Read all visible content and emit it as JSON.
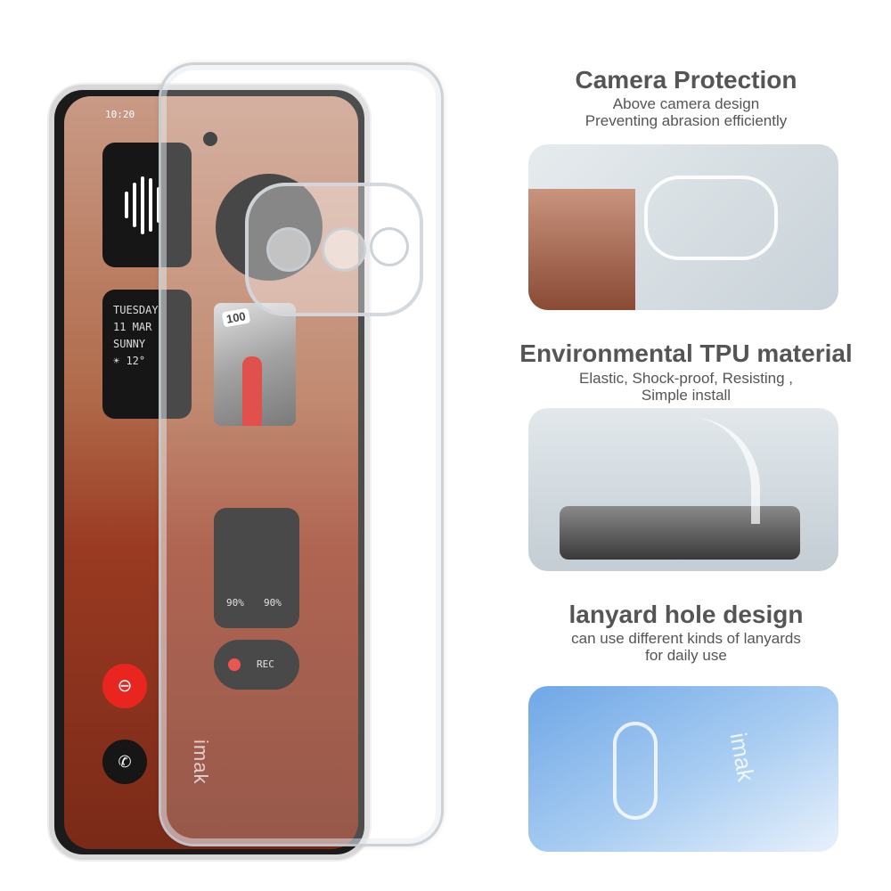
{
  "phone_screen": {
    "clock": "10:20",
    "date_widget": {
      "day": "TUESDAY",
      "date": "11 MAR",
      "weather": "SUNNY",
      "temp": "☀ 12°"
    },
    "photo_badge": "100",
    "earbuds_widget": {
      "left": "90%",
      "right": "90%"
    },
    "recorder_label": "REC",
    "case_logo": "imak"
  },
  "features": [
    {
      "title": "Camera Protection",
      "lines": [
        "Above camera design",
        "Preventing abrasion efficiently"
      ]
    },
    {
      "title": "Environmental TPU material",
      "lines": [
        "Elastic, Shock-proof, Resisting ,",
        "Simple install"
      ]
    },
    {
      "title": "lanyard hole design",
      "lines": [
        "can use different kinds of lanyards",
        "for daily use"
      ]
    }
  ],
  "detail_logo": "imak",
  "colors": {
    "heading": "#555555",
    "accent_red": "#e8261f"
  }
}
